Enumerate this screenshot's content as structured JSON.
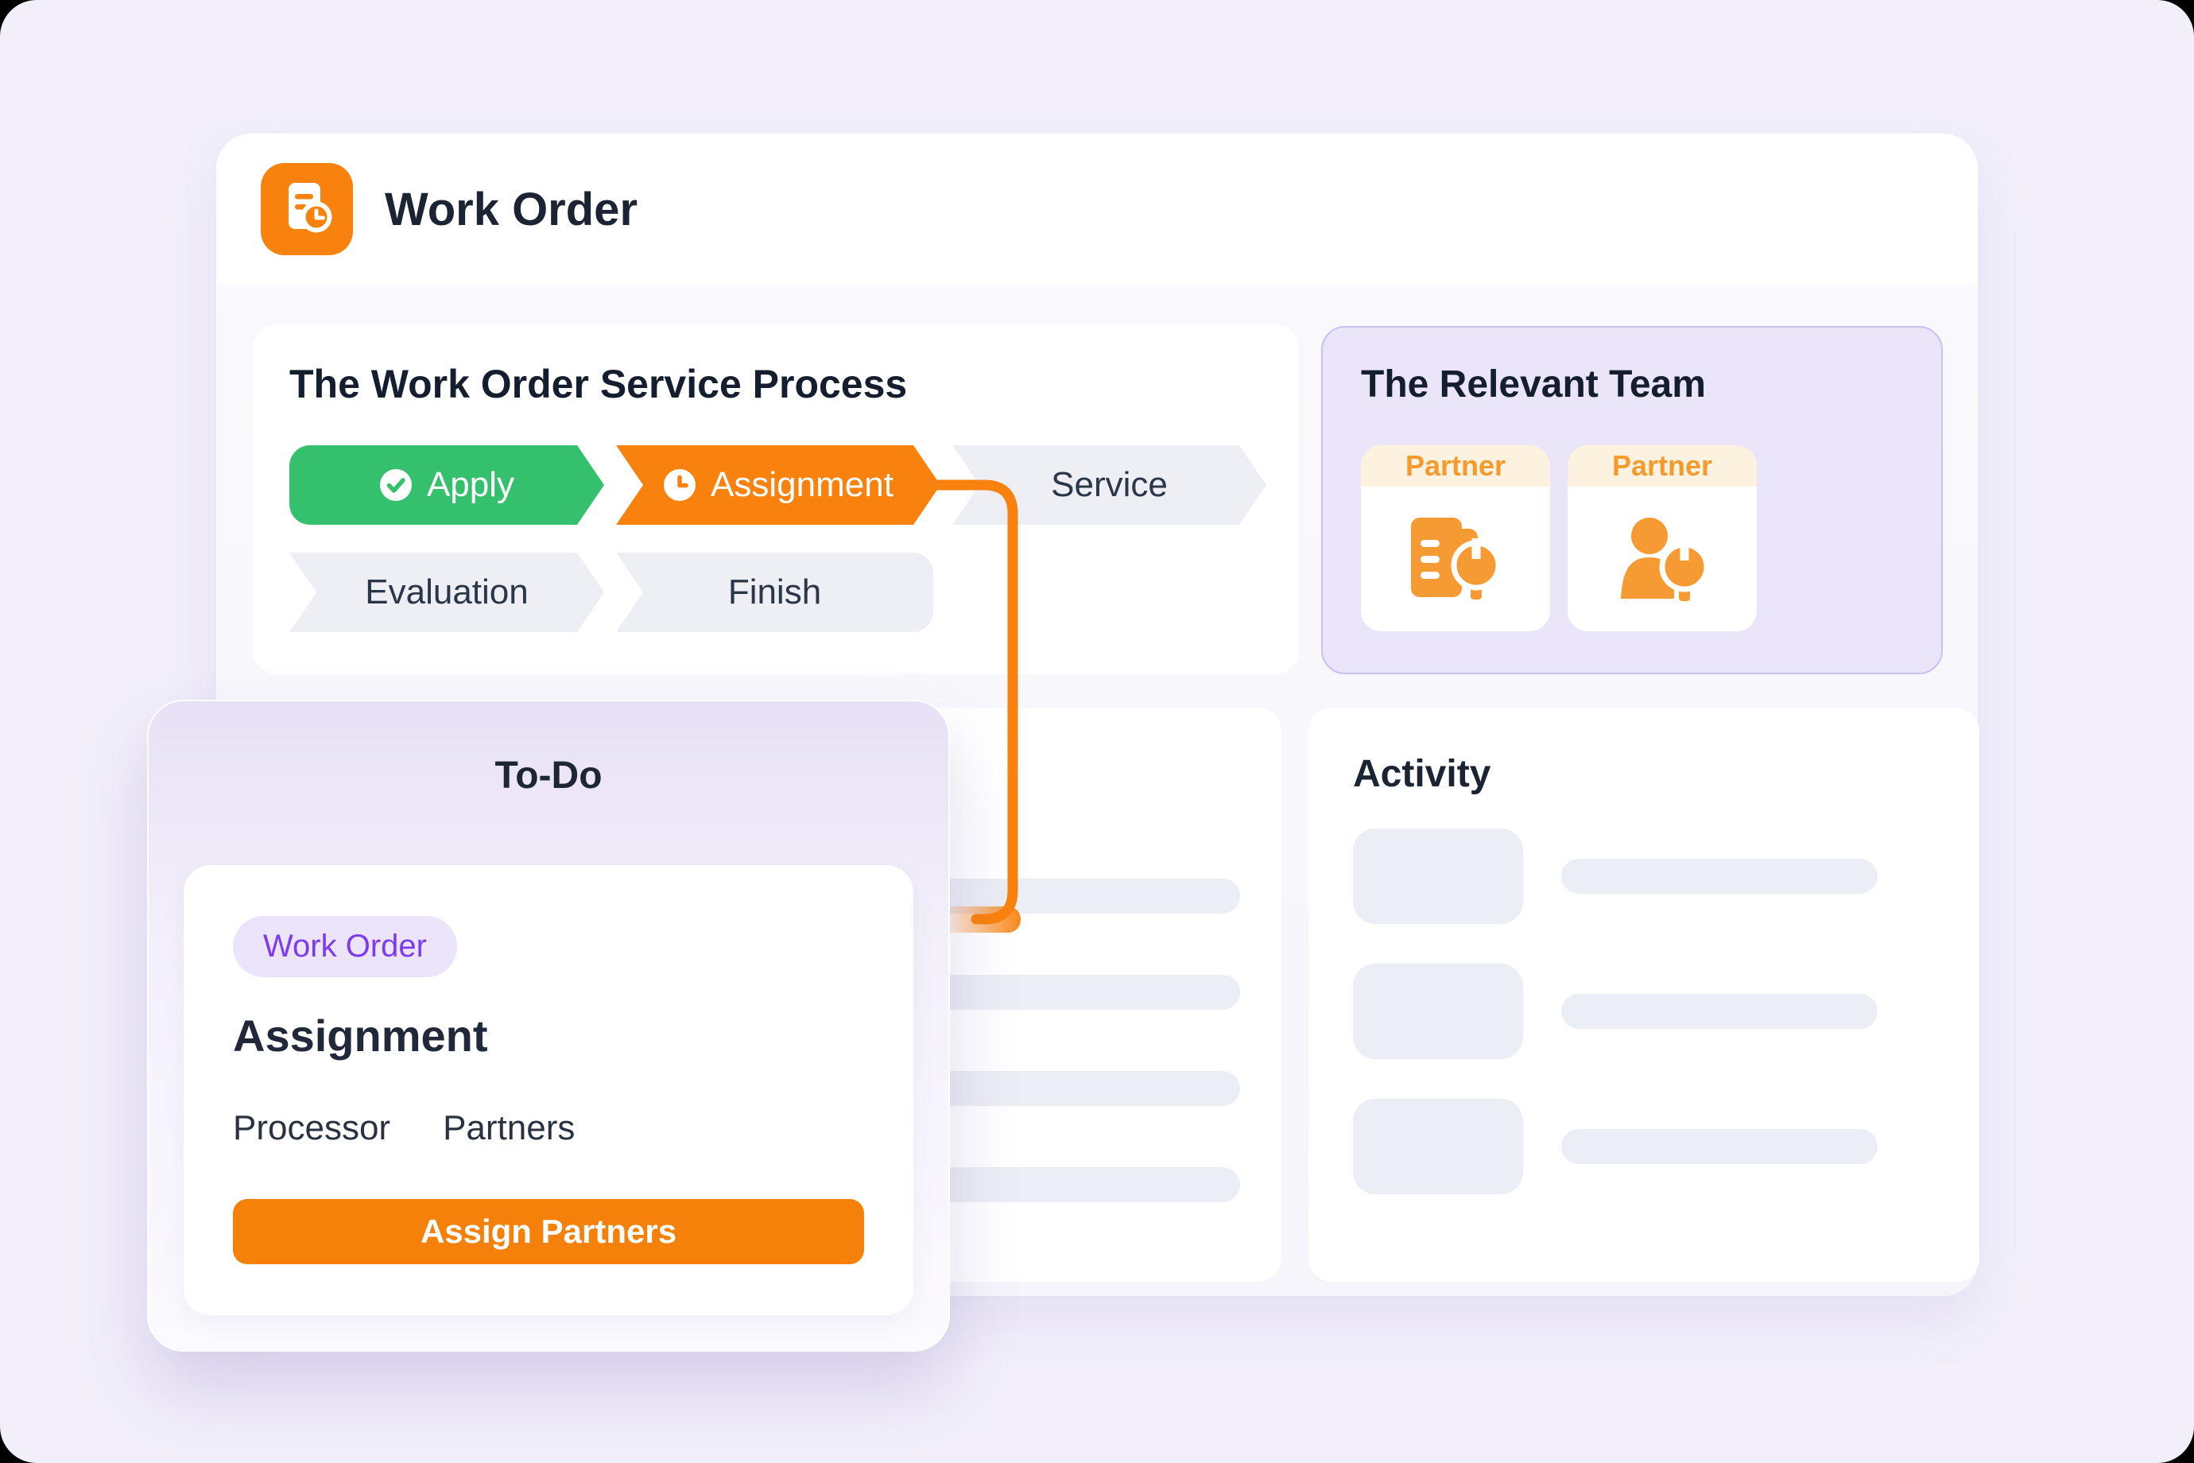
{
  "app": {
    "title": "Work Order",
    "icon": "work-order-app-icon"
  },
  "process": {
    "title": "The Work Order Service Process",
    "steps": [
      {
        "label": "Apply",
        "status": "done",
        "icon": "check-circle-icon"
      },
      {
        "label": "Assignment",
        "status": "active",
        "icon": "clock-icon"
      },
      {
        "label": "Service",
        "status": "pending"
      },
      {
        "label": "Evaluation",
        "status": "pending"
      },
      {
        "label": "Finish",
        "status": "pending"
      }
    ]
  },
  "team": {
    "title": "The Relevant Team",
    "members": [
      {
        "label": "Partner",
        "icon": "document-wrench-icon"
      },
      {
        "label": "Partner",
        "icon": "user-wrench-icon"
      }
    ]
  },
  "todo": {
    "title": "To-Do",
    "badge": "Work Order",
    "task_title": "Assignment",
    "fields": [
      "Processor",
      "Partners"
    ],
    "button_label": "Assign Partners"
  },
  "activity": {
    "title": "Activity"
  },
  "colors": {
    "accent_orange": "#F9820E",
    "button_orange": "#F5810A",
    "success_green": "#35C06E",
    "badge_purple": "#7C3BEC",
    "team_panel_lavender": "#EAE5F8",
    "partner_label_orange": "#F59B2D",
    "skeleton_gray": "#ECEEF5",
    "page_background": "#F2EFFB"
  }
}
